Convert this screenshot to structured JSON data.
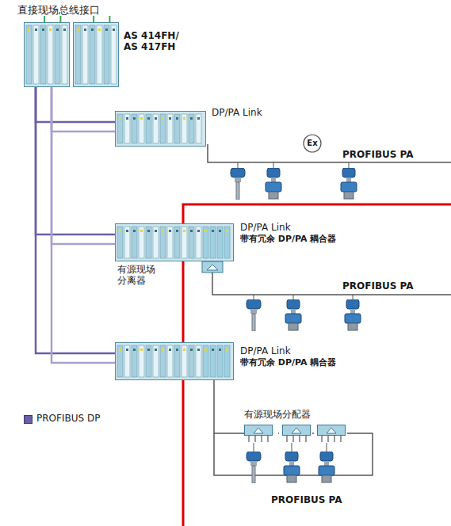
{
  "diagram": {
    "title": "直接现场总线接口",
    "nodes": [
      {
        "text": [
          "AS 414FH/ AS 417FH"
        ]
      },
      {
        "text": [
          "DP/PA Link"
        ]
      },
      {
        "text": [
          "DP/PA Link",
          "带有冗余 DP/PA 耦合器"
        ]
      },
      {
        "text": [
          "DP/PA Link",
          "带有冗余 DP/PA 耦合器"
        ]
      },
      {
        "text": [
          "有源现场分配器"
        ]
      }
    ],
    "edges": [
      {
        "from": 0,
        "to": 1,
        "arrow": "none"
      },
      {
        "from": 0,
        "to": 2,
        "arrow": "none"
      },
      {
        "from": 0,
        "to": 3,
        "arrow": "none"
      },
      {
        "from": 3,
        "to": 4,
        "arrow": "none"
      }
    ],
    "labels": [
      "PROFIBUS PA",
      "有源现场分离器",
      "PROFIBUS PA",
      "PROFIBUS PA",
      "Ex"
    ],
    "legend": [
      {
        "text": "PROFIBUS DP",
        "color": "#6b5fa5"
      }
    ]
  }
}
